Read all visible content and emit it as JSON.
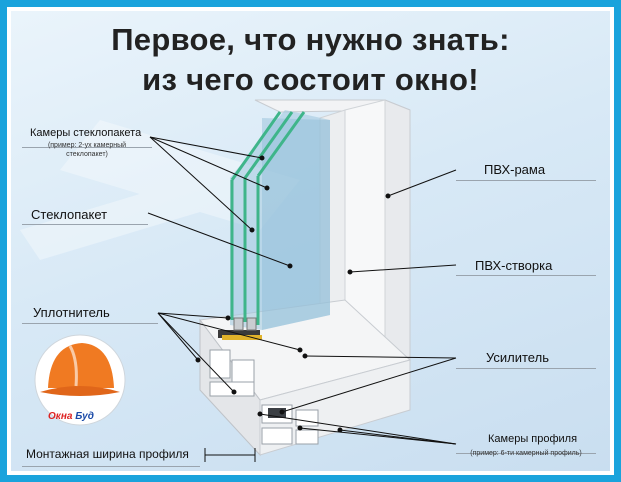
{
  "title": {
    "line1": "Первое, что нужно знать:",
    "line2": "из чего состоит окно!"
  },
  "labels": {
    "glass_chambers": "Камеры стеклопакета",
    "glass_chambers_note_1": "(пример: 2-ух камерный",
    "glass_chambers_note_2": "стеклопакет)",
    "glass_unit": "Стеклопакет",
    "seal": "Уплотнитель",
    "mount_width": "Монтажная ширина профиля",
    "pvc_frame": "ПВХ-рама",
    "pvc_sash": "ПВХ-створка",
    "reinforcement": "Усилитель",
    "profile_chambers": "Камеры профиля",
    "profile_chambers_note": "(пример: 6-ти камерный профиль)"
  },
  "logo": {
    "text_red": "Окна",
    "text_blue": "Буд"
  },
  "colors": {
    "border": "#1aa3dc",
    "glass_edge": "#3fb58a",
    "helmet": "#f07a22"
  }
}
